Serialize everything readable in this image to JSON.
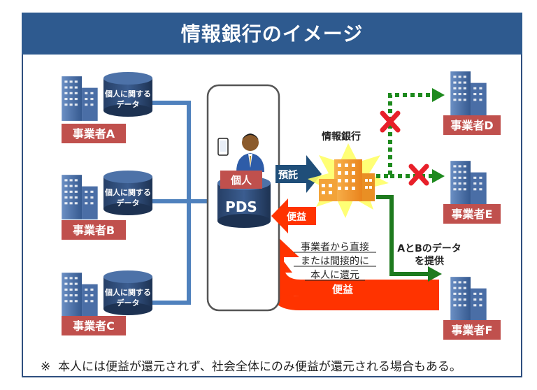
{
  "title": "情報銀行のイメージ",
  "companies": {
    "a": "事業者A",
    "b": "事業者B",
    "c": "事業者C",
    "d": "事業者D",
    "e": "事業者E",
    "f": "事業者F"
  },
  "personal_data_line1": "個人に関する",
  "personal_data_line2": "データ",
  "pds": {
    "person_label": "個人",
    "store_label": "PDS"
  },
  "info_bank": "情報銀行",
  "arrows": {
    "entrust": "預託",
    "benefit_top": "便益",
    "benefit_bottom": "便益"
  },
  "return_note": [
    "事業者から直接",
    "または間接的に",
    "本人に還元"
  ],
  "provide_note": [
    "AとBのデータ",
    "を提供"
  ],
  "footnote_mark": "※",
  "footnote_text": "本人には便益が還元されず、社会全体にのみ便益が還元される場合もある。",
  "colors": {
    "title_bg": "#2e5a8f",
    "label_red": "#c0504d",
    "flow_blue": "#4f81bd",
    "entrust_blue": "#1f4e79",
    "benefit_red": "#ff3300",
    "provide_green": "#1e7a1e",
    "bank_orange": "#f39a2b",
    "cross_red": "#e8202a"
  }
}
